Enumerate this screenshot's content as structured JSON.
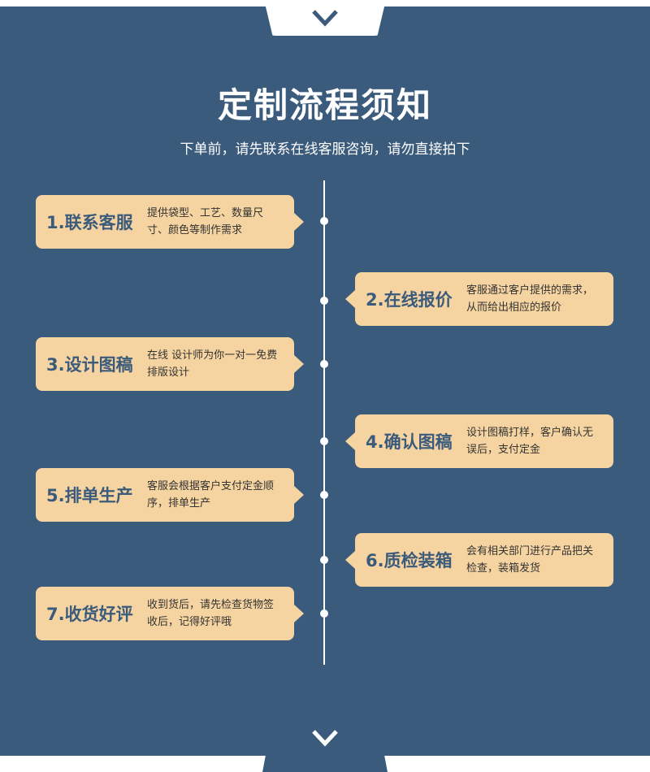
{
  "header": {
    "title": "定制流程须知",
    "subtitle": "下单前，请先联系在线客服咨询，请勿直接拍下"
  },
  "icons": {
    "top": "chevron-down-icon",
    "bottom": "chevron-down-icon"
  },
  "colors": {
    "panel": "#3b5b7c",
    "card": "#f6d4a1",
    "accent_text": "#3b5b7c"
  },
  "steps": [
    {
      "title": "1.联系客服",
      "desc": "提供袋型、工艺、数量尺寸、颜色等制作需求",
      "side": "left"
    },
    {
      "title": "2.在线报价",
      "desc": "客服通过客户提供的需求，从而给出相应的报价",
      "side": "right"
    },
    {
      "title": "3.设计图稿",
      "desc": "在线 设计师为你一对一免费排版设计",
      "side": "left"
    },
    {
      "title": "4.确认图稿",
      "desc": "设计图稿打样，客户确认无误后，支付定金",
      "side": "right"
    },
    {
      "title": "5.排单生产",
      "desc": "客服会根据客户支付定金顺序，排单生产",
      "side": "left"
    },
    {
      "title": "6.质检装箱",
      "desc": "会有相关部门进行产品把关检查，装箱发货",
      "side": "right"
    },
    {
      "title": "7.收货好评",
      "desc": "收到货后，请先检查货物签收后，记得好评哦",
      "side": "left"
    }
  ]
}
